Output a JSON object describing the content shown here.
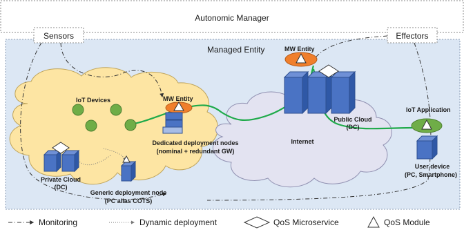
{
  "autonomic_manager": "Autonomic Manager",
  "sensors": "Sensors",
  "effectors": "Effectors",
  "managed_entity": "Managed Entity",
  "iot_devices": "IoT Devices",
  "mw_entity_local": "MW Entity",
  "mw_entity_public": "MW Entity",
  "dedicated_nodes": [
    "Dedicated deployment nodes",
    "(nominal + redundant GW)"
  ],
  "private_cloud": [
    "Private Cloud",
    "(DC)"
  ],
  "generic_node": [
    "Generic deployment node",
    "(PC alias COTS)"
  ],
  "internet": "Internet",
  "public_cloud": [
    "Public Cloud",
    "(DC)"
  ],
  "iot_application": "IoT Application",
  "user_device": [
    "User device",
    "(PC, Smartphone)"
  ],
  "legend": {
    "monitoring": "Monitoring",
    "dynamic_deployment": "Dynamic deployment",
    "qos_microservice": "QoS Microservice",
    "qos_module": "QoS Module"
  },
  "colors": {
    "managed_bg": "#dce7f4",
    "iot_cloud": "#fde5a3",
    "internet_cloud": "#e3e3f1",
    "mw_entity": "#f07f2c",
    "device_green": "#6fad47",
    "link_green": "#1faa4a",
    "box_blue": "#4a73c4"
  }
}
